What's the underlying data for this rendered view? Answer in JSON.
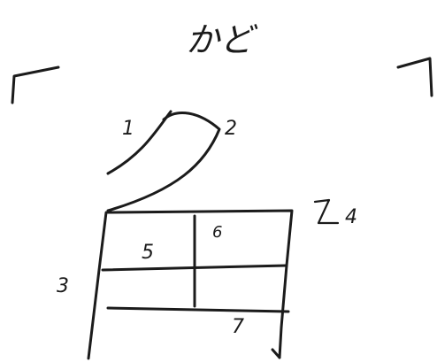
{
  "title": "かど",
  "stroke_numbers": {
    "n1": "1",
    "n2": "2",
    "n3": "3",
    "n4": "4",
    "n5": "5",
    "n6": "6",
    "n7": "7"
  },
  "ink_color": "#1b1b1b",
  "background_color": "#ffffff"
}
